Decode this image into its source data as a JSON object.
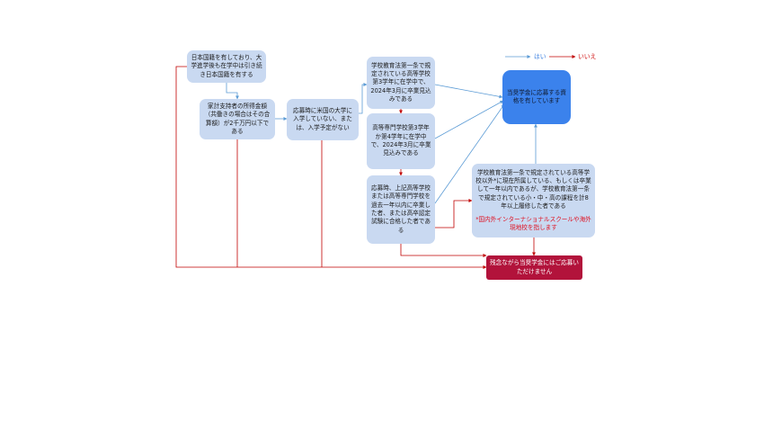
{
  "colors": {
    "yes_arrow": "#5b9bd5",
    "no_arrow": "#c00000",
    "box_fill": "#c9d9f1",
    "accept_fill": "#3b82ec",
    "reject_fill": "#b2133b"
  },
  "legend": {
    "yes": "はい",
    "no": "いいえ"
  },
  "boxes": {
    "nationality": "日本国籍を有しており、大学進学後も在学中は引き続き日本国籍を有する",
    "income": "家計支持者の所得金額（共働きの場合はその合算額）が2千万円以下である",
    "us_college": "応募時に米国の大学に入学していない、または、入学予定がない",
    "hs_3rd_year": "学校教育法第一条で規定されている高等学校第3学年に在学中で、2024年3月に卒業見込みである",
    "kosen": "高等専門学校第3学年か第4学年に在学中で、2024年3月に卒業見込みである",
    "graduated": "応募時、上記高等学校または高等専門学校を過去一年以内に卒業した者、または高卒認定試験に合格した者である",
    "accept": "当奨学金に応募する資格を有しています",
    "intl_school": "学校教育法第一条で規定されている高等学校以外*に現在所属している、もしくは卒業して一年以内であるが、学校教育法第一条で規定されている小・中・高の課程を計8年以上履修した者である",
    "intl_note": "*国内外インターナショナルスクールや海外現地校を指します",
    "reject": "残念ながら当奨学金にはご応募いただけません"
  }
}
